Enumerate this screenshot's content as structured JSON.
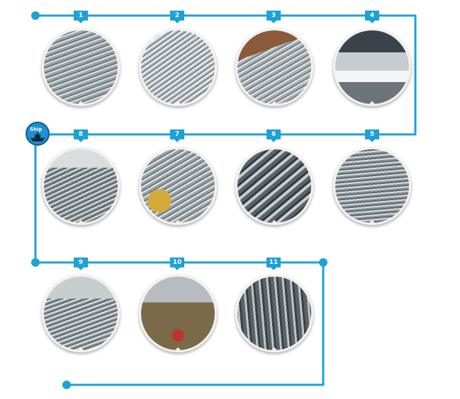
{
  "diagram": {
    "accent_color": "#1ea0d8",
    "steps": [
      {
        "label": "1",
        "photo": "machining-equipment-photo"
      },
      {
        "label": "2",
        "photo": "steel-bars-on-rack-photo"
      },
      {
        "label": "3",
        "photo": "bar-straightening-photo"
      },
      {
        "label": "4",
        "photo": "warehouse-stock-photo"
      },
      {
        "label": "5",
        "photo": "polished-bar-closeup-photo"
      },
      {
        "label": "6",
        "photo": "bar-ends-closeup-photo"
      },
      {
        "label": "7",
        "photo": "bar-bundle-with-caps-photo"
      },
      {
        "label": "8",
        "photo": "bar-bundle-on-floor-photo"
      },
      {
        "label": "9",
        "photo": "bars-in-factory-photo"
      },
      {
        "label": "10",
        "photo": "packing-with-red-tags-photo"
      },
      {
        "label": "11",
        "photo": "vertical-bar-stock-photo"
      }
    ],
    "ship_badge": {
      "label": "Ship",
      "icon": "ship-icon"
    }
  }
}
